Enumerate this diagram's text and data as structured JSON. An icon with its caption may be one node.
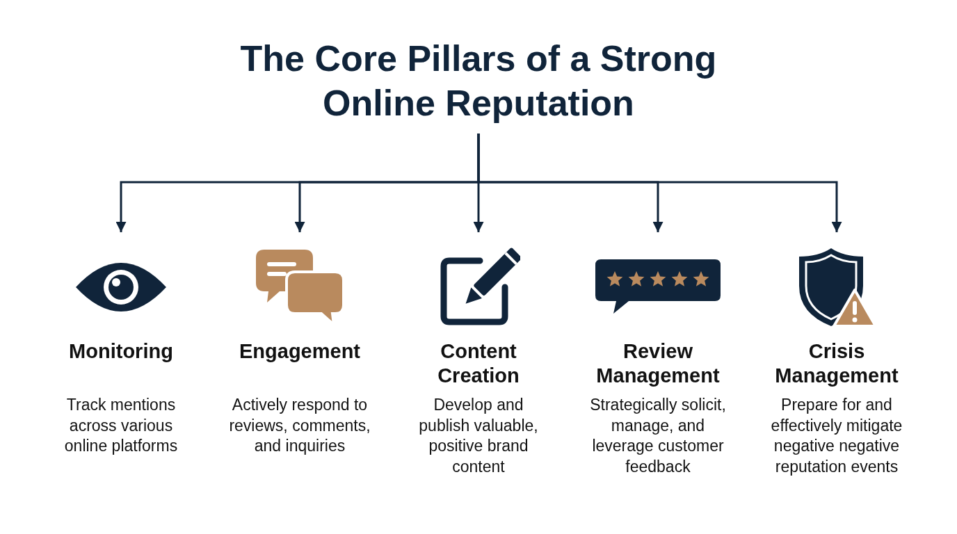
{
  "diagram": {
    "nodes": [
      {
        "text": [
          "The Core Pillars of a Strong Online Reputation"
        ]
      },
      {
        "text": [
          "Monitoring",
          "Track mentions across various online platforms"
        ]
      },
      {
        "text": [
          "Engagement",
          "Actively respond to reviews, comments, and inquiries"
        ]
      },
      {
        "text": [
          "Content Creation",
          "Develop and publish valuable, positive brand content"
        ]
      },
      {
        "text": [
          "Review Management",
          "Strategically solicit, manage, and leverage customer feedback"
        ]
      },
      {
        "text": [
          "Crisis Management",
          "Prepare for and effectively mitigate negative negative reputation events"
        ]
      }
    ],
    "edges": [
      {
        "from": 0,
        "to": 1,
        "arrow": "to"
      },
      {
        "from": 0,
        "to": 2,
        "arrow": "to"
      },
      {
        "from": 0,
        "to": 3,
        "arrow": "to"
      },
      {
        "from": 0,
        "to": 4,
        "arrow": "to"
      },
      {
        "from": 0,
        "to": 5,
        "arrow": "to"
      }
    ]
  }
}
